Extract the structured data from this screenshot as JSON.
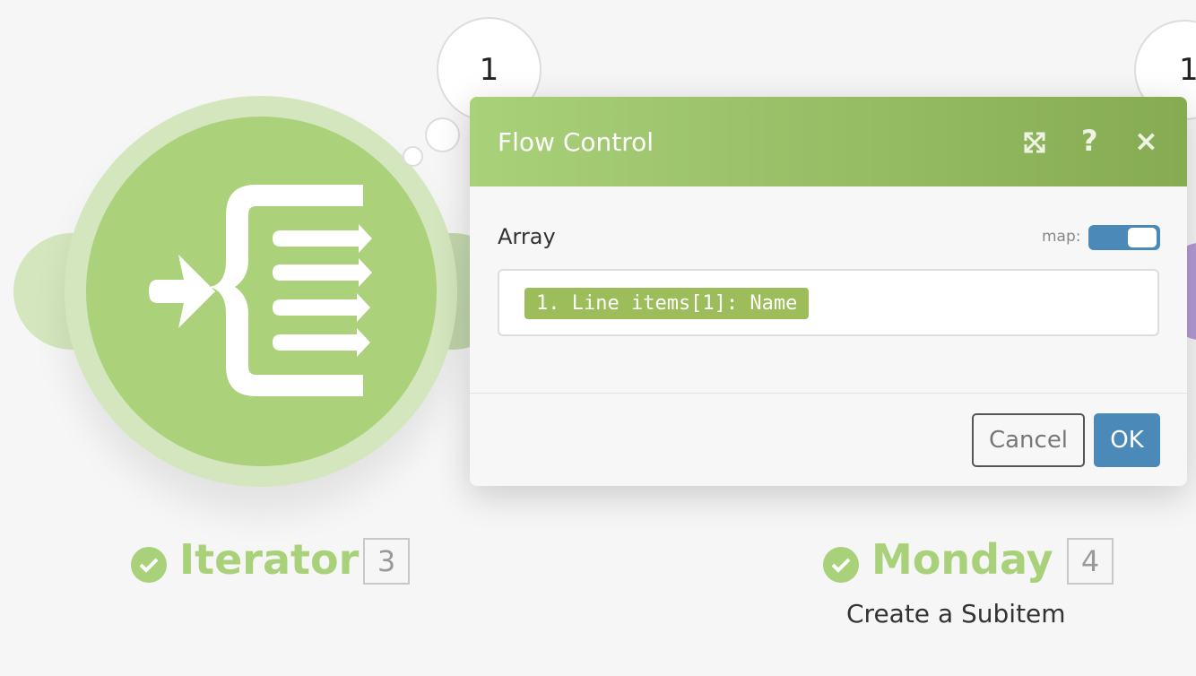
{
  "canvas": {
    "modules": [
      {
        "name": "Iterator",
        "number": "3",
        "operations_bubble": "1",
        "status": "success",
        "color": "#a9d17a"
      },
      {
        "name": "Monday",
        "number": "4",
        "subtitle": "Create a Subitem",
        "operations_bubble": "1",
        "status": "success",
        "color": "#a9d17a"
      }
    ]
  },
  "dialog": {
    "title": "Flow Control",
    "header_icons": [
      "expand-icon",
      "help-icon",
      "close-icon"
    ],
    "help_glyph": "?",
    "close_glyph": "×",
    "field_label": "Array",
    "map_label": "map:",
    "map_enabled": true,
    "field_value": "1. Line items[1]: Name",
    "cancel_label": "Cancel",
    "ok_label": "OK",
    "accent": "#4b8ab8"
  }
}
